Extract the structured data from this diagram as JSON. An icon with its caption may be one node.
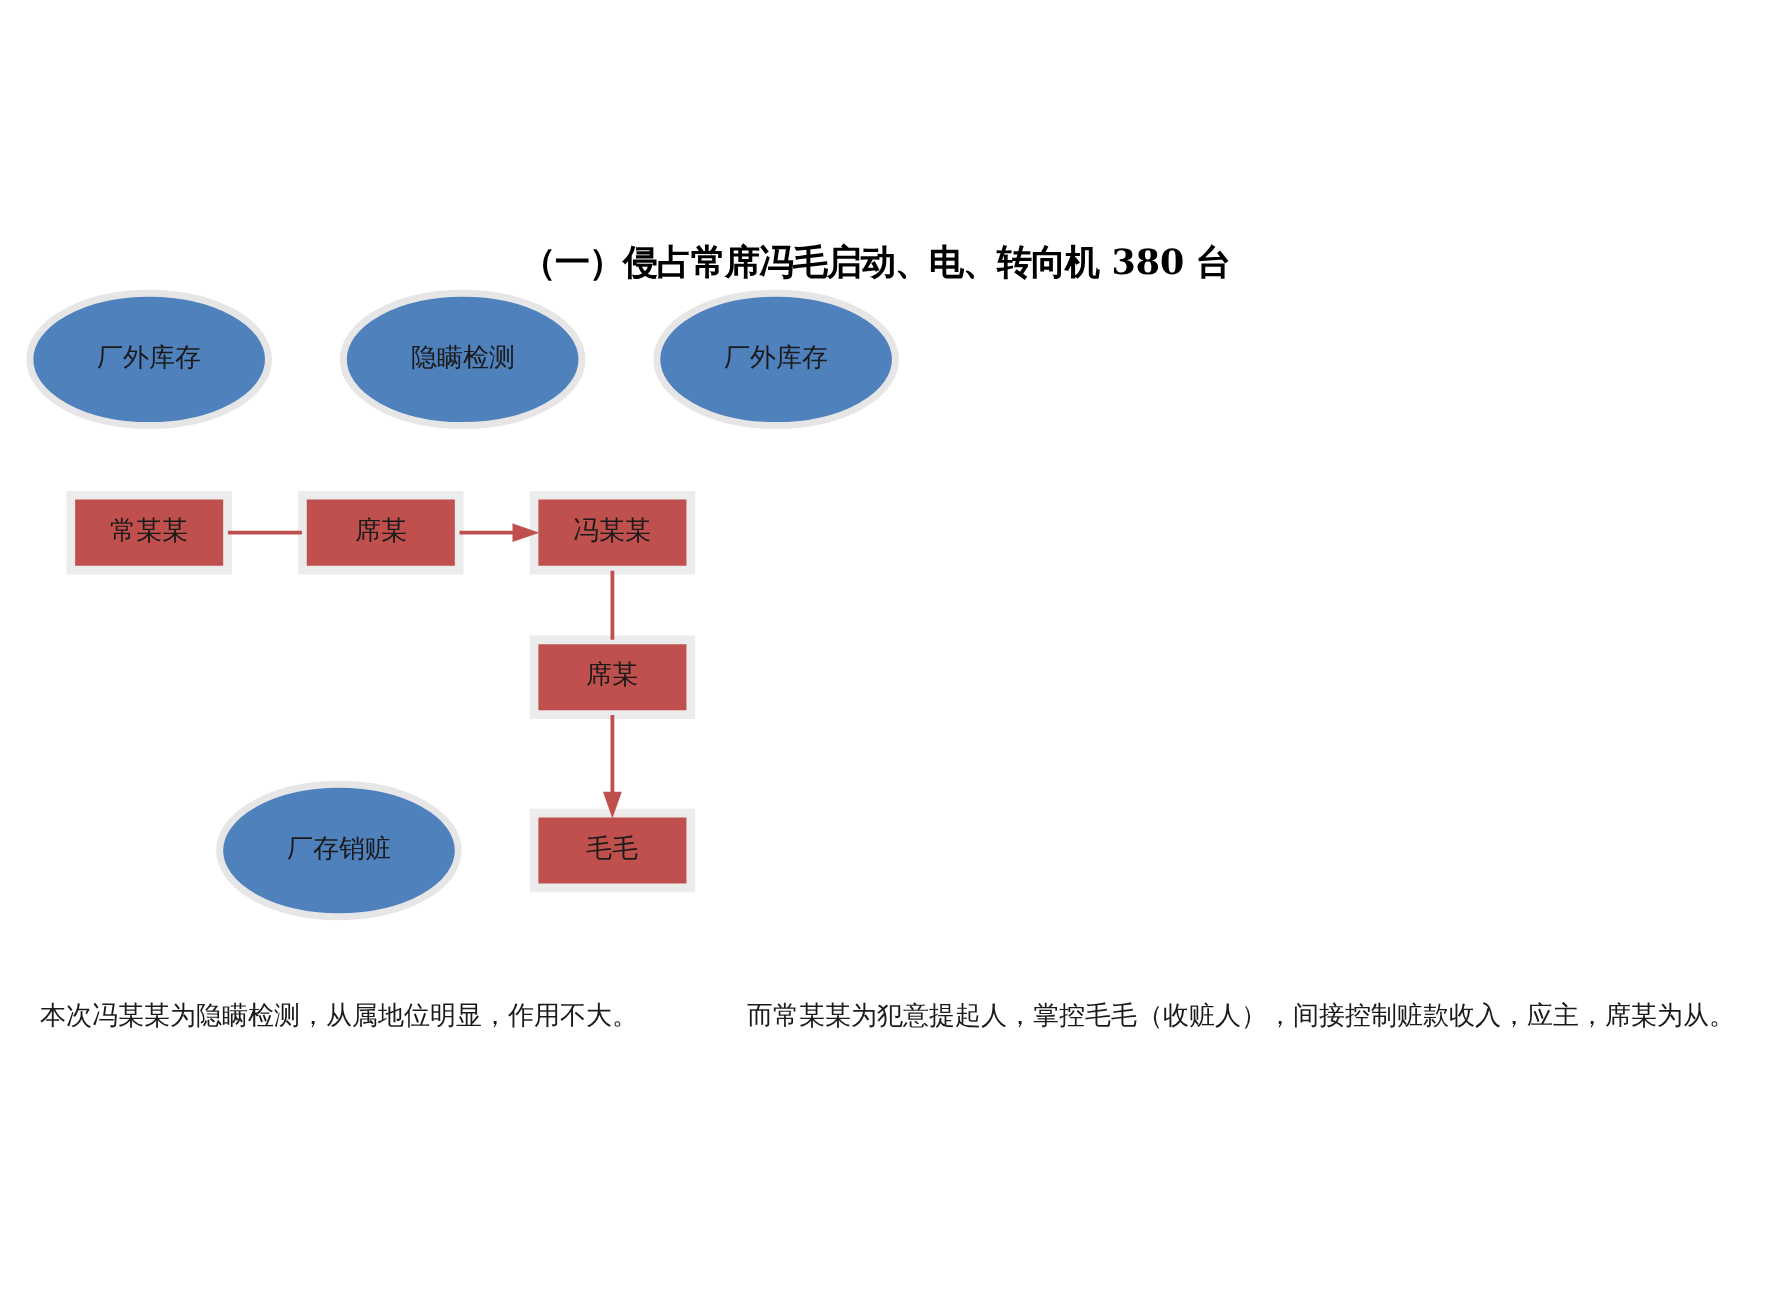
{
  "diagram": {
    "title": "（一）侵占常席冯毛启动、电、转向机 380 台",
    "nodes": [
      {
        "text": [
          "厂外库存"
        ]
      },
      {
        "text": [
          "隐瞒检测"
        ]
      },
      {
        "text": [
          "厂外库存"
        ]
      },
      {
        "text": [
          "常某某"
        ]
      },
      {
        "text": [
          "席某"
        ]
      },
      {
        "text": [
          "冯某某"
        ]
      },
      {
        "text": [
          "席某"
        ]
      },
      {
        "text": [
          "厂存销赃"
        ]
      },
      {
        "text": [
          "毛毛"
        ]
      }
    ],
    "edges": [
      {
        "from": 3,
        "to": 4,
        "arrow": "none"
      },
      {
        "from": 4,
        "to": 5,
        "arrow": "to"
      },
      {
        "from": 5,
        "to": 6,
        "arrow": "none"
      },
      {
        "from": 6,
        "to": 8,
        "arrow": "to"
      }
    ],
    "labels": [
      "本次冯某某为隐瞒检测，从属地位明显，作用不大。",
      "而常某某为犯意提起人，掌控毛毛（收赃人），间接控制赃款收入，应主，席某为从。"
    ]
  }
}
